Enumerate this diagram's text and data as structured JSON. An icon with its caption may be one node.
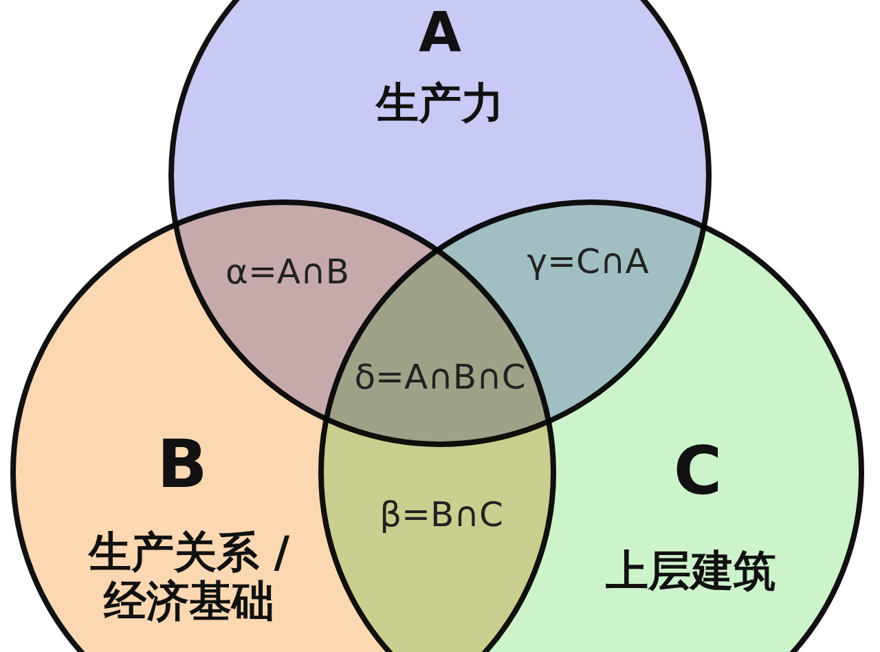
{
  "diagram": {
    "nodes": [
      {
        "text": [
          "A",
          "生产力"
        ]
      },
      {
        "text": [
          "B",
          "生产关系 / 经济基础"
        ]
      },
      {
        "text": [
          "C",
          "上层建筑"
        ]
      }
    ],
    "edges": [],
    "labels": [
      "α=A∩B",
      "γ=C∩A",
      "δ=A∩B∩C",
      "β=B∩C"
    ]
  }
}
